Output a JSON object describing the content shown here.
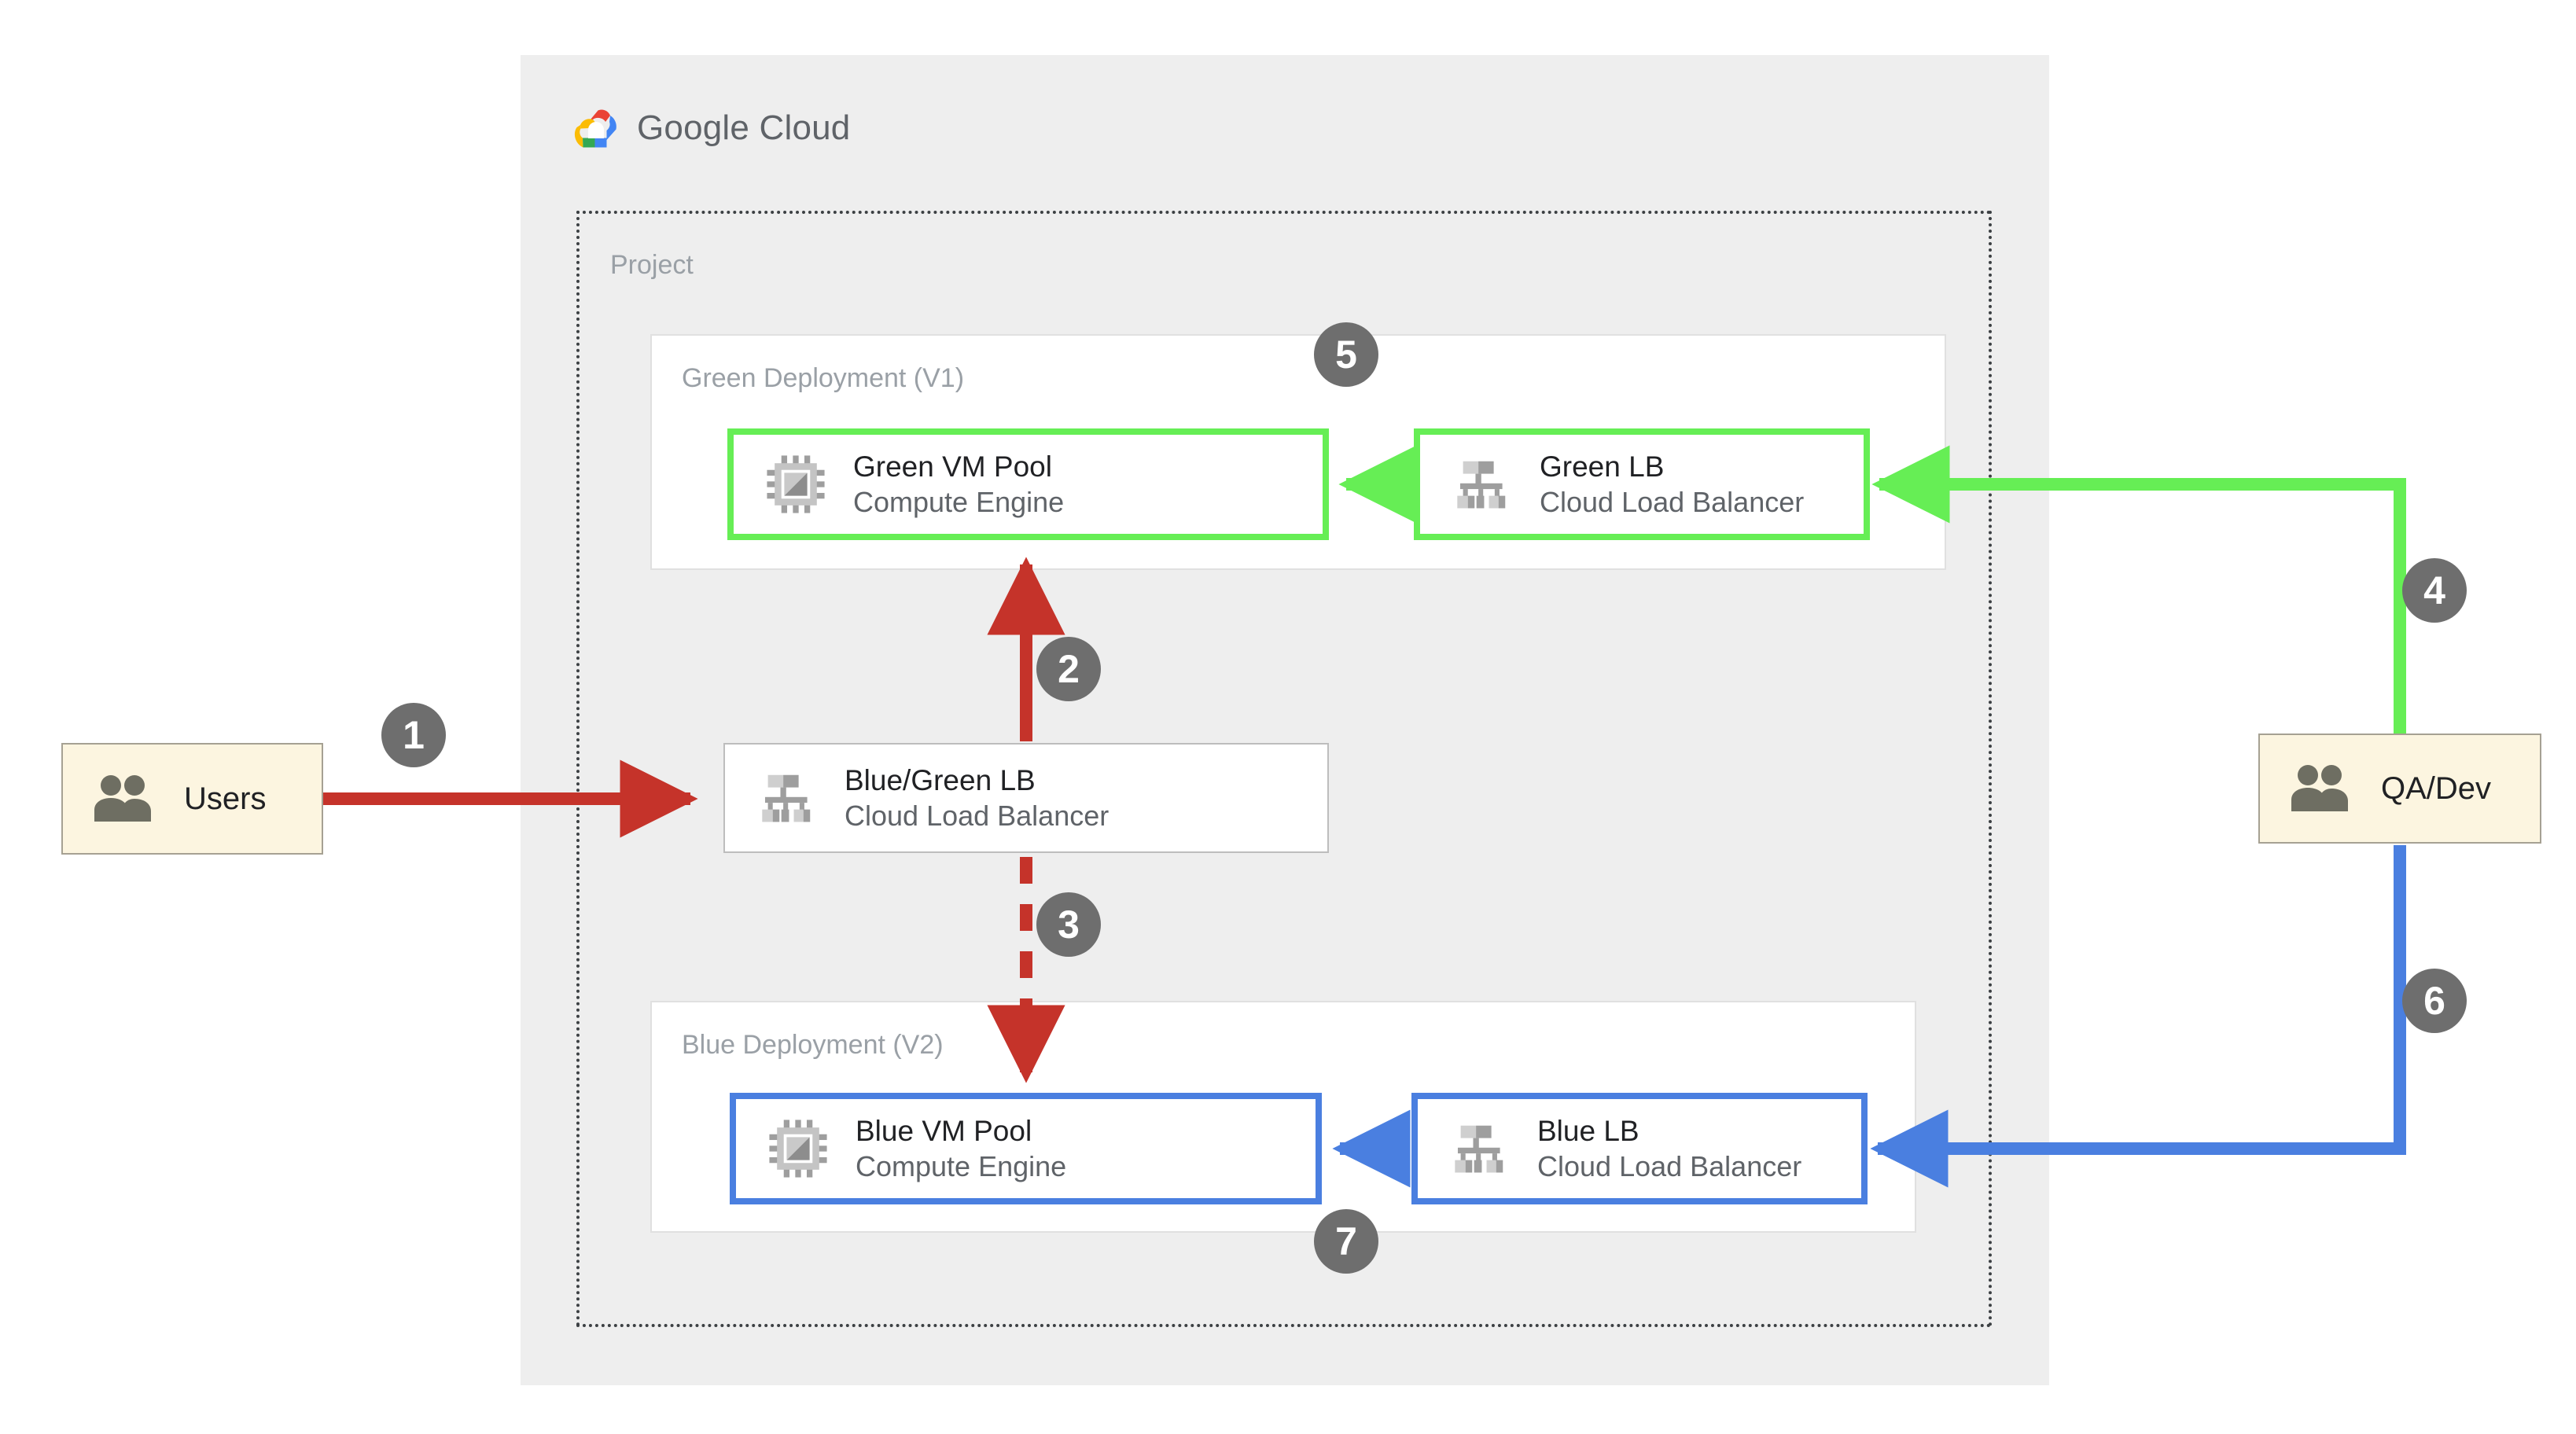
{
  "brand": {
    "logo_icon": "google-cloud-logo-icon",
    "name_part1": "Google",
    "name_part2": " Cloud"
  },
  "project": {
    "label": "Project"
  },
  "deployments": [
    {
      "id": "green",
      "label": "Green Deployment (V1)",
      "accent": "#66ee55"
    },
    {
      "id": "blue",
      "label": "Blue Deployment (V2)",
      "accent": "#4a7fe0"
    }
  ],
  "nodes": {
    "green_vm": {
      "title": "Green VM Pool",
      "subtitle": "Compute Engine",
      "icon": "cpu-chip-icon",
      "accent": "#66ee55"
    },
    "green_lb": {
      "title": "Green LB",
      "subtitle": "Cloud Load Balancer",
      "icon": "load-balancer-icon",
      "accent": "#66ee55"
    },
    "bluegreen_lb": {
      "title": "Blue/Green LB",
      "subtitle": "Cloud Load Balancer",
      "icon": "load-balancer-icon",
      "accent": "#bdbdbd"
    },
    "blue_vm": {
      "title": "Blue VM Pool",
      "subtitle": "Compute Engine",
      "icon": "cpu-chip-icon",
      "accent": "#4a7fe0"
    },
    "blue_lb": {
      "title": "Blue LB",
      "subtitle": "Cloud Load Balancer",
      "icon": "load-balancer-icon",
      "accent": "#4a7fe0"
    }
  },
  "actors": {
    "users": {
      "label": "Users",
      "icon": "people-icon",
      "fill": "#fcf5e0"
    },
    "qa_dev": {
      "label": "QA/Dev",
      "icon": "people-icon",
      "fill": "#fcf5e0"
    }
  },
  "steps": [
    {
      "n": "1",
      "from": "Users",
      "to": "Blue/Green LB",
      "color": "#c5332a",
      "style": "solid"
    },
    {
      "n": "2",
      "from": "Blue/Green LB",
      "to": "Green VM Pool",
      "color": "#c5332a",
      "style": "solid"
    },
    {
      "n": "3",
      "from": "Blue/Green LB",
      "to": "Blue VM Pool",
      "color": "#c5332a",
      "style": "dashed"
    },
    {
      "n": "4",
      "from": "QA/Dev",
      "to": "Green LB",
      "color": "#66ee55",
      "style": "solid"
    },
    {
      "n": "5",
      "from": "Green LB",
      "to": "Green VM Pool",
      "color": "#66ee55",
      "style": "solid"
    },
    {
      "n": "6",
      "from": "QA/Dev",
      "to": "Blue LB",
      "color": "#4a7fe0",
      "style": "solid"
    },
    {
      "n": "7",
      "from": "Blue LB",
      "to": "Blue VM Pool",
      "color": "#4a7fe0",
      "style": "solid"
    }
  ],
  "colors": {
    "panel_bg": "#eeeeee",
    "page_bg": "#ffffff",
    "red": "#c5332a",
    "green": "#66ee55",
    "blue": "#4a7fe0",
    "badge_gray": "#6e6e6e",
    "muted_text": "#9aa0a6"
  }
}
